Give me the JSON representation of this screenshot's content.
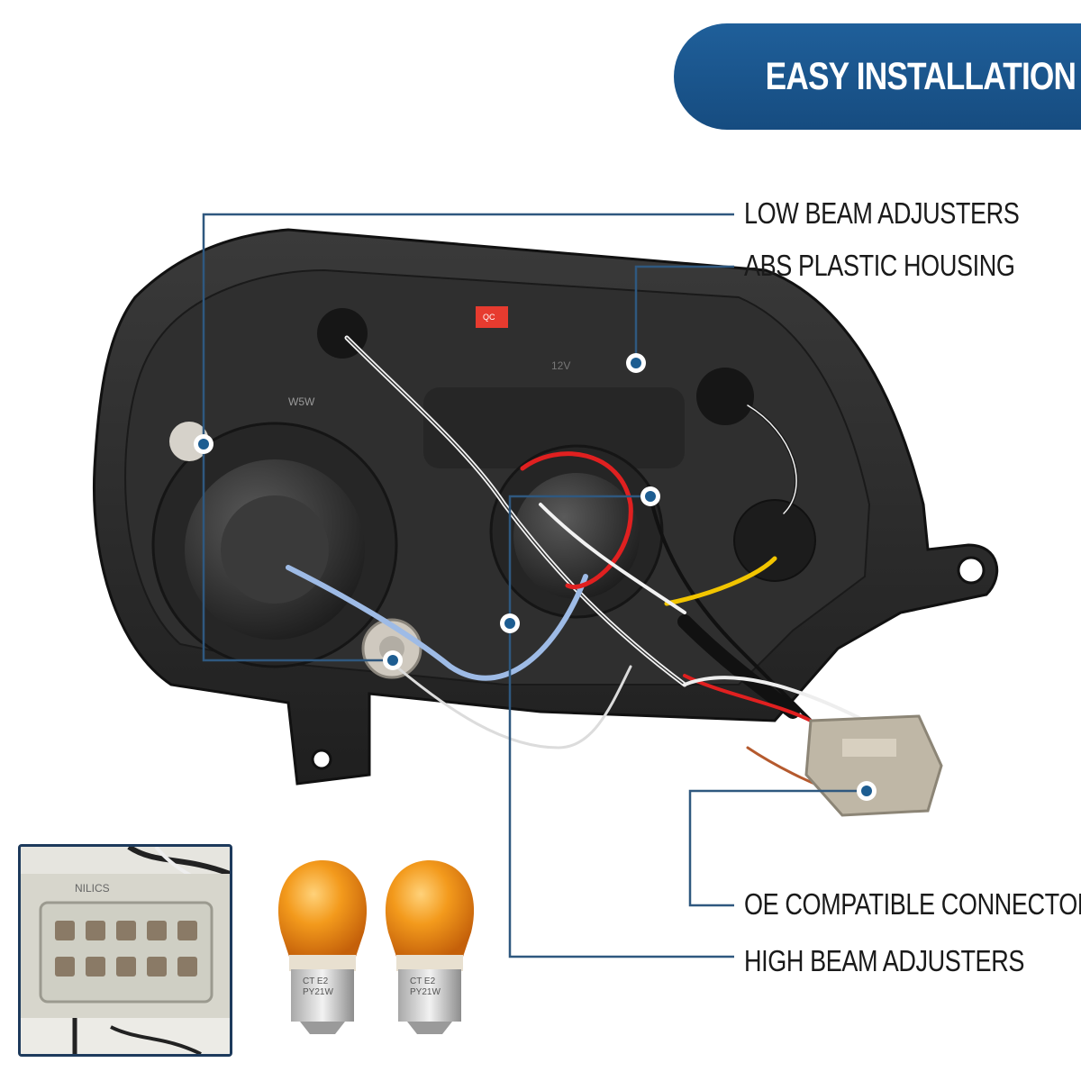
{
  "banner": {
    "title": "EASY INSTALLATION"
  },
  "callouts": [
    {
      "id": "low-beam",
      "label": "LOW BEAM ADJUSTERS"
    },
    {
      "id": "abs-housing",
      "label": "ABS PLASTIC HOUSING"
    },
    {
      "id": "oe-connector",
      "label": "OE COMPATIBLE CONNECTOR"
    },
    {
      "id": "high-beam",
      "label": "HIGH BEAM ADJUSTERS"
    }
  ],
  "product_markings": {
    "housing_qc": "QC",
    "housing_w5w": "W5W",
    "housing_12v": "12V",
    "connector_text": "NILICS",
    "bulb_text_1": "CT E2",
    "bulb_text_2": "PY21W"
  },
  "colors": {
    "banner": "#1b5a93",
    "callout_line": "#2f587f",
    "callout_dot": "#1d5d91",
    "housing": "#2b2b2b",
    "bulb_amber": "#f08a10",
    "inset_border": "#1d3a5c"
  }
}
